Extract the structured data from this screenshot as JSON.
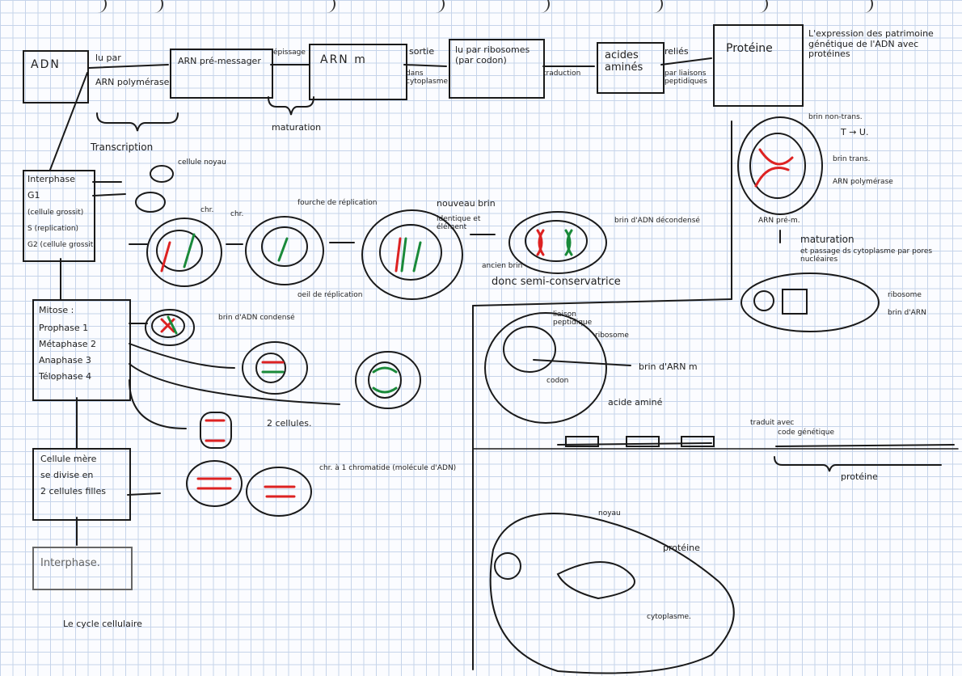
{
  "flow": {
    "adn": "ADN",
    "lu_par_1": "lu par",
    "arn_polymerase": "ARN polymérase",
    "arn_premessager": "ARN pré-messager",
    "epissage": "épissage",
    "maturation": "maturation",
    "arnm": "ARN m",
    "sortie": "sortie",
    "dans_cytoplasme": "dans cytoplasme",
    "lu_par_ribosomes": "lu par ribosomes (par codon)",
    "traduction": "traduction",
    "acides_amines": "acides aminés",
    "relies": "reliés",
    "par_liaisons": "par liaisons peptidiques",
    "proteine": "Protéine",
    "expression": "L'expression des patrimoine génétique de l'ADN avec protéines",
    "transcription": "Transcription"
  },
  "cycle": {
    "interphase_box": [
      "Interphase",
      "G1",
      "(cellule grossit)",
      "S (replication)",
      "G2 (cellule grossit)"
    ],
    "cellule_noyau": "cellule noyau",
    "chr_1": "chr.",
    "chr_2": "chr.",
    "fourche": "fourche de réplication",
    "nouveau_brin": "nouveau brin",
    "identique": "identique et élément",
    "brin_adn_decondense": "brin d'ADN décondensé",
    "oeil": "oeil de réplication",
    "ancien_brin": "ancien brin",
    "semi_conservatrice": "donc semi-conservatrice",
    "mitose_box": [
      "Mitose :",
      "Prophase 1",
      "Métaphase 2",
      "Anaphase 3",
      "Télophase 4"
    ],
    "brin_adn_condense": "brin d'ADN condensé",
    "deux_cellules": "2 cellules.",
    "cellule_mere_box": [
      "Cellule mère",
      "se divise en",
      "2 cellules filles"
    ],
    "chr_chromatide": "chr. à 1 chromatide (molécule d'ADN)",
    "interphase_2": "Interphase.",
    "cycle_cellulaire": "Le cycle cellulaire"
  },
  "right": {
    "brin_non_trans": "brin non-trans.",
    "t_u": "T → U.",
    "brin_trans": "brin trans.",
    "arn_polymerase": "ARN polymérase",
    "arn_pre_m": "ARN pré-m.",
    "maturation": "maturation",
    "passage": "et passage ds cytoplasme par pores nucléaires",
    "ribosome": "ribosome",
    "brin_arnm": "brin d'ARN",
    "liaison": "liaison peptidique",
    "ribosome_2": "ribosome",
    "brin_arnm_2": "brin d'ARN m",
    "codon": "codon",
    "acide_amine": "acide aminé",
    "traduit": "traduit avec",
    "code": "code génétique",
    "proteine": "protéine",
    "noyau": "noyau",
    "proteine_2": "protéine",
    "cytoplasme": "cytoplasme."
  }
}
